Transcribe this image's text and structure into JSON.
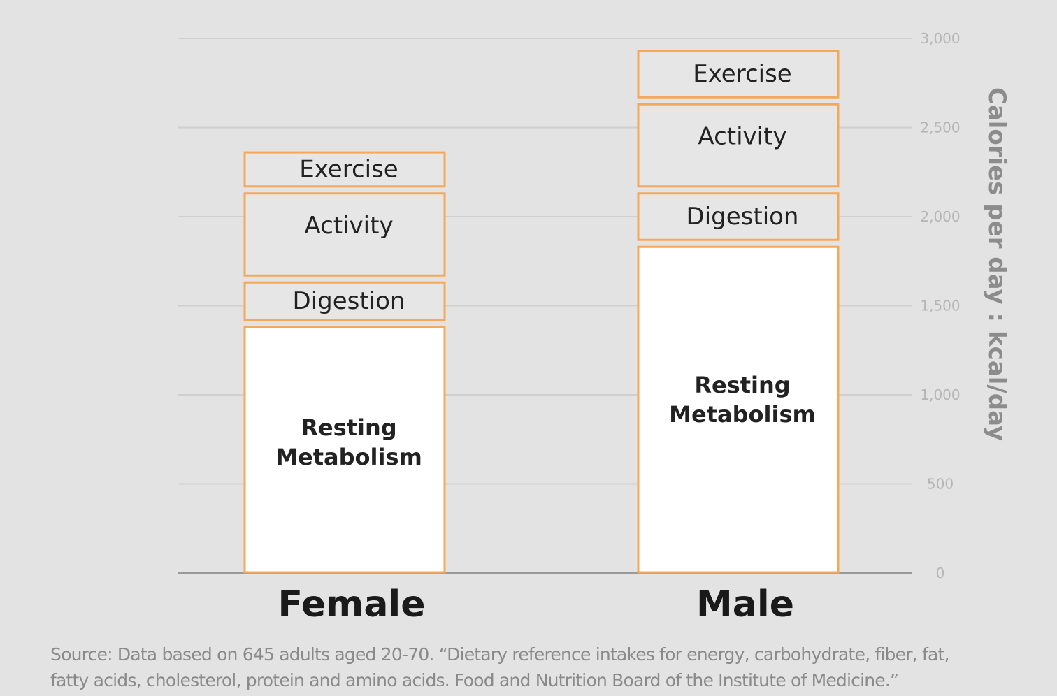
{
  "chart_data": {
    "type": "bar",
    "stacked": true,
    "categories": [
      "Female",
      "Male"
    ],
    "series": [
      {
        "name": "Resting Metabolism",
        "label_lines": [
          "Resting",
          "Metabolism"
        ],
        "values": [
          1400,
          1850
        ],
        "fill": "#ffffff"
      },
      {
        "name": "Digestion",
        "label_lines": [
          "Digestion"
        ],
        "values": [
          250,
          300
        ],
        "fill": "#e6e6e6"
      },
      {
        "name": "Activity",
        "label_lines": [
          "Activity"
        ],
        "values": [
          500,
          500
        ],
        "fill": "#e6e6e6"
      },
      {
        "name": "Exercise",
        "label_lines": [
          "Exercise"
        ],
        "values": [
          230,
          300
        ],
        "fill": "#e6e6e6"
      }
    ],
    "ylabel": "Calories per day : kcal/day",
    "ylim": [
      0,
      3000
    ],
    "yticks": [
      0,
      500,
      1000,
      1500,
      2000,
      2500,
      3000
    ],
    "ytick_labels": [
      "0",
      "500",
      "1,000",
      "1,500",
      "2,000",
      "2,500",
      "3,000"
    ],
    "grid": true,
    "axis_side": "right",
    "legend": "none"
  },
  "colors": {
    "background": "#e3e3e3",
    "bar_stroke": "#f4a95a",
    "grid": "#cfcfcf",
    "baseline": "#9a9a9a"
  },
  "source_lines": [
    "Source: Data based on 645 adults aged 20-70.  “Dietary reference intakes for energy, carbohydrate, fiber, fat,",
    "fatty acids, cholesterol, protein and amino acids. Food and Nutrition Board of the Institute of Medicine.”"
  ]
}
